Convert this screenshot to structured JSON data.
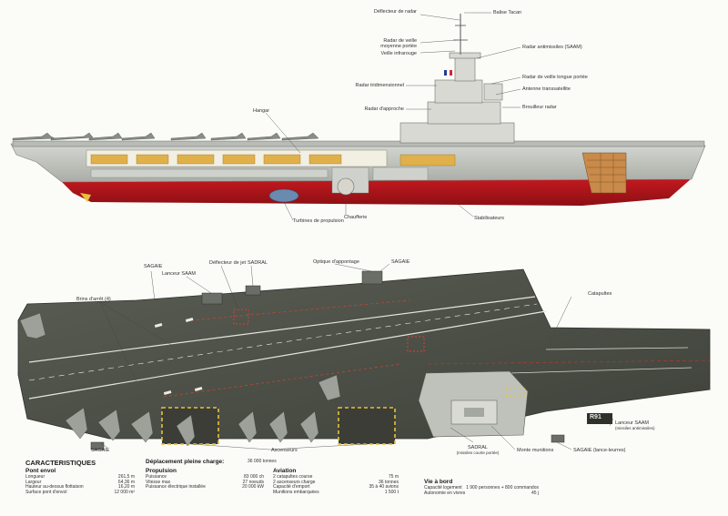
{
  "profile_labels": {
    "deflector": "Déflecteur de radar",
    "tacan": "Balise Tacan",
    "radar_veille_moy_1": "Radar de veille",
    "radar_veille_moy_2": "moyenne portée",
    "veille_infrarouge": "Veille infrarouge",
    "radar_antimissiles": "Radar antimissiles (SAAM)",
    "radar_longue": "Radar de veille longue portée",
    "antenne": "Antenne transsatellite",
    "radar_tridim": "Radar tridimensionnel",
    "brouilleur": "Brouilleur radar",
    "radar_approche": "Radar d'approche",
    "hangar": "Hangar",
    "turbines": "Turbines de propulsion",
    "chaufferie": "Chaufferie",
    "stabilisateurs": "Stabilisateurs"
  },
  "deck_labels": {
    "sagaie_1": "SAGAIE",
    "lanceur_saam": "Lanceur SAAM",
    "deflecteur_jet": "Déflecteur de jet",
    "sadral_top": "SADRAL",
    "optique": "Optique d'appontage",
    "sagaie_top_right": "SAGAIE",
    "brins": "Brins d'arrêt (4)",
    "catapultes": "Catapultes",
    "sagaie_bottom_left": "SAGAIE",
    "ascenseurs": "Ascenseurs",
    "sadral_bottom": "SADRAL",
    "sadral_bottom_note": "(missiles courte portée)",
    "monte_munitions": "Monte munitions",
    "sagaie_bottom_right": "SAGAIE (lance-leurres)",
    "lanceur_saam_right": "Lanceur SAAM",
    "lanceur_saam_right_note": "(missiles antimissiles)",
    "hull_number": "R91"
  },
  "specs": {
    "title": "CARACTERISTIQUES",
    "pont": {
      "heading": "Pont envol",
      "rows": [
        {
          "k": "Longueur",
          "v": "261,5 m"
        },
        {
          "k": "Largeur",
          "v": "64,36 m"
        },
        {
          "k": "Hauteur au-dessus flottaison",
          "v": "16,20 m"
        },
        {
          "k": "Surface pont d'envol",
          "v": "12 000 m²"
        }
      ]
    },
    "deplacement": {
      "label": "Déplacement pleine charge:",
      "value": "36 000 tonnes"
    },
    "propulsion": {
      "heading": "Propulsion",
      "rows": [
        {
          "k": "Puissance",
          "v": "83 000 ch"
        },
        {
          "k": "Vitesse max",
          "v": "27 noeuds"
        },
        {
          "k": "Puissance électrique installée",
          "v": "20 000 kW"
        }
      ]
    },
    "aviation": {
      "heading": "Aviation",
      "rows": [
        {
          "k": "2 catapultes course",
          "v": "75 m"
        },
        {
          "k": "2 ascenseurs charge",
          "v": "36 tonnes"
        },
        {
          "k": "Capacité d'emport",
          "v": "35 à 40 avions"
        },
        {
          "k": "Munitions embarquées",
          "v": "1 500 t"
        }
      ]
    },
    "vie": {
      "heading": "Vie à bord",
      "rows": [
        {
          "k": "Capacité logement",
          "v": "1 900 personnes + 800 commandos"
        },
        {
          "k": "Autonomie en vivres",
          "v": "45 j"
        }
      ]
    }
  },
  "colors": {
    "hull_red": "#b3151b",
    "hull_grey": "#c9ccc6",
    "deck_grey": "#4f5249",
    "island": "#d9d9d4",
    "hangar_cut": "#e0b04a"
  }
}
